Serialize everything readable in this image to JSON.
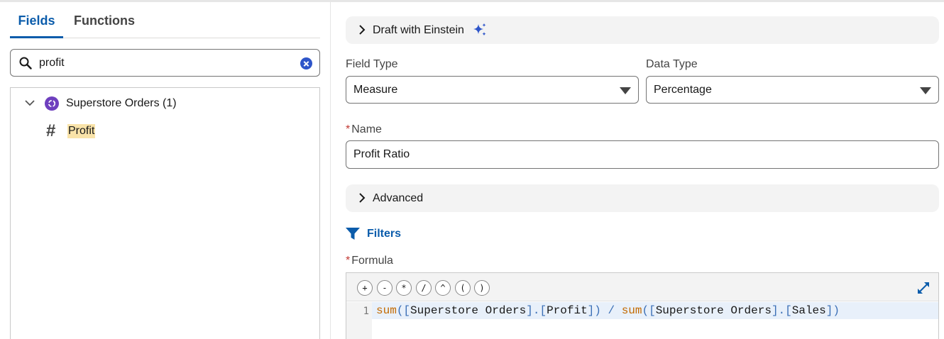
{
  "left": {
    "tabs": [
      {
        "label": "Fields",
        "active": true
      },
      {
        "label": "Functions",
        "active": false
      }
    ],
    "search": {
      "value": "profit"
    },
    "tree": {
      "dataset_label": "Superstore Orders (1)",
      "field_label": "Profit"
    }
  },
  "right": {
    "einstein": {
      "label": "Draft with Einstein"
    },
    "field_type": {
      "label": "Field Type",
      "value": "Measure"
    },
    "data_type": {
      "label": "Data Type",
      "value": "Percentage"
    },
    "name": {
      "required_mark": "*",
      "label": "Name",
      "value": "Profit Ratio"
    },
    "advanced": {
      "label": "Advanced"
    },
    "filters": {
      "label": "Filters"
    },
    "formula": {
      "required_mark": "*",
      "label": "Formula",
      "operators": [
        "+",
        "-",
        "*",
        "/",
        "^",
        "(",
        ")"
      ],
      "line_number": "1",
      "tokens": {
        "fn1": "sum",
        "open1": "([",
        "ds1": "Superstore Orders",
        "dot1": "].[",
        "field1": "Profit",
        "close1": "])",
        "op": " / ",
        "fn2": "sum",
        "open2": "([",
        "ds2": "Superstore Orders",
        "dot2": "].[",
        "field2": "Sales",
        "close2": "])"
      }
    }
  },
  "colors": {
    "accent": "#0b5cab",
    "highlight": "#f9e3a9",
    "dataset_icon": "#6e3fbe",
    "clear_icon": "#2e55c9"
  }
}
